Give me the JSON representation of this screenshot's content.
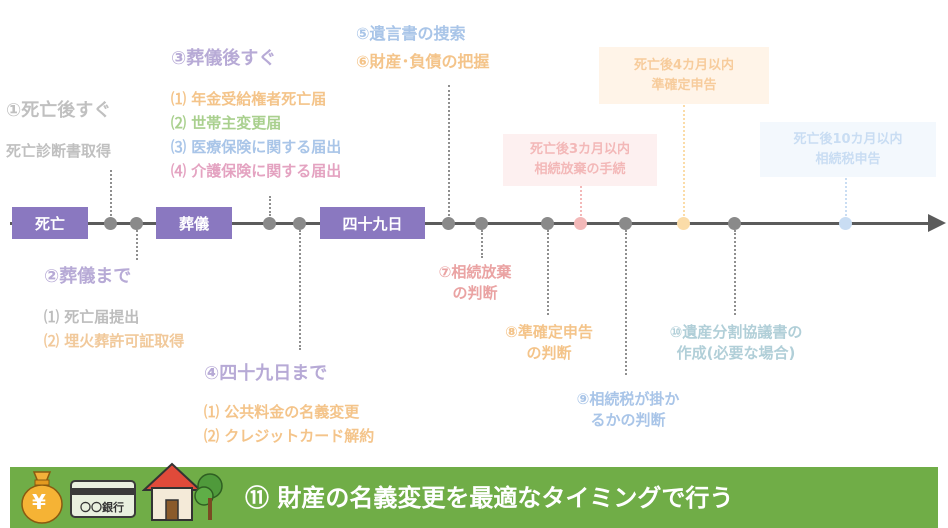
{
  "timeline": {
    "pills": [
      "死亡",
      "葬儀",
      "四十九日"
    ]
  },
  "step1": {
    "heading": "①死亡後すぐ",
    "items": [
      "死亡診断書取得"
    ]
  },
  "step2": {
    "heading": "②葬儀まで",
    "items": [
      "⑴ 死亡届提出",
      "⑵ 埋火葬許可証取得"
    ]
  },
  "step3": {
    "heading": "③葬儀後すぐ",
    "items": [
      "⑴ 年金受給権者死亡届",
      "⑵ 世帯主変更届",
      "⑶ 医療保険に関する届出",
      "⑷ 介護保険に関する届出"
    ]
  },
  "step4": {
    "heading": "④四十九日まで",
    "items": [
      "⑴ 公共料金の名義変更",
      "⑵ クレジットカード解約"
    ]
  },
  "step5": {
    "heading": "⑤遺言書の捜索"
  },
  "step6": {
    "heading": "⑥財産･負債の把握"
  },
  "step7": {
    "lines": [
      "⑦相続放棄",
      "の判断"
    ]
  },
  "step8": {
    "lines": [
      "⑧準確定申告",
      "の判断"
    ]
  },
  "step9": {
    "lines": [
      "⑨相続税が掛か",
      "るかの判断"
    ]
  },
  "step10": {
    "lines": [
      "⑩遺産分割協議書の",
      "作成(必要な場合)"
    ]
  },
  "deadlines": {
    "three_month": [
      "死亡後3カ月以内",
      "相続放棄の手続"
    ],
    "four_month": [
      "死亡後4カ月以内",
      "準確定申告"
    ],
    "ten_month": [
      "死亡後10カ月以内",
      "相続税申告"
    ]
  },
  "banner": {
    "text": "⑪ 財産の名義変更を最適なタイミングで行う",
    "coin_symbol": "¥",
    "bank_card_text": "〇〇銀行"
  },
  "colors": {
    "pill": "#8a78c0",
    "gray": "#a8a8a8",
    "purple": "#b3a8d6",
    "orange": "#f4c48a",
    "green": "#a9d08e",
    "blue": "#a9c5e8",
    "pink": "#e9a8a8",
    "teal": "#b1cfd8",
    "banner": "#70ad47"
  }
}
